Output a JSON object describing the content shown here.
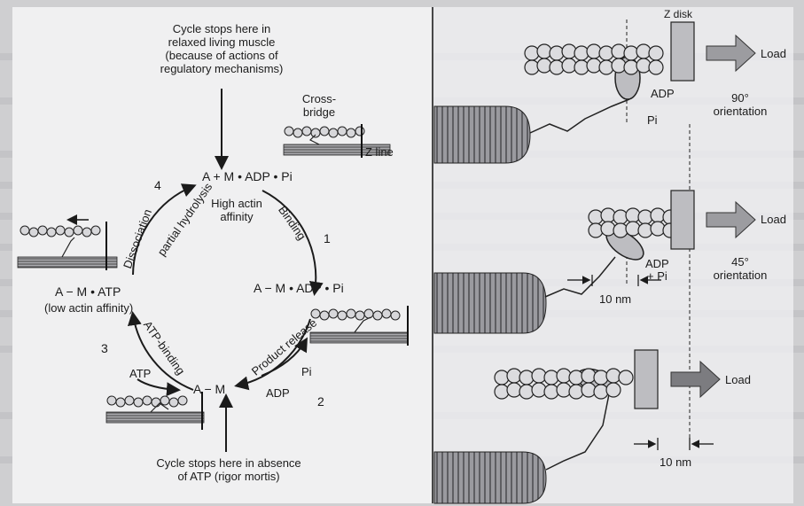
{
  "left": {
    "top_note": [
      "Cycle stops here in",
      "relaxed living muscle",
      "(because of actions of",
      "regulatory mechanisms)"
    ],
    "cross_bridge": [
      "Cross-",
      "bridge"
    ],
    "z_line": "Z line",
    "state_1_complex": "A + M • ADP • Pi",
    "high_affinity": [
      "High actin",
      "affinity"
    ],
    "step_binding": "Binding",
    "step_binding_num": "1",
    "state_2_complex": "A − M • ADP • Pi",
    "step_release": "Product release",
    "step_release_num": "2",
    "products_pi": "Pi",
    "products_adp": "ADP",
    "state_3_complex": "A − M",
    "state_4_complex": "A − M • ATP",
    "low_affinity": "(low actin affinity)",
    "step_atp": "ATP-binding",
    "step_atp_num": "3",
    "atp_label": "ATP",
    "step_dissociation": "Dissociation",
    "step_hydrolysis": "partial hydrolysis",
    "step_dissociation_num": "4",
    "bottom_note": [
      "Cycle stops here in absence",
      "of ATP (rigor mortis)"
    ]
  },
  "right": {
    "z_disk": "Z disk",
    "load": "Load",
    "adp": "ADP",
    "pi": "Pi",
    "plus_pi": "+ Pi",
    "orient_90": [
      "90°",
      "orientation"
    ],
    "orient_45": [
      "45°",
      "orientation"
    ],
    "ten_nm": "10 nm"
  }
}
